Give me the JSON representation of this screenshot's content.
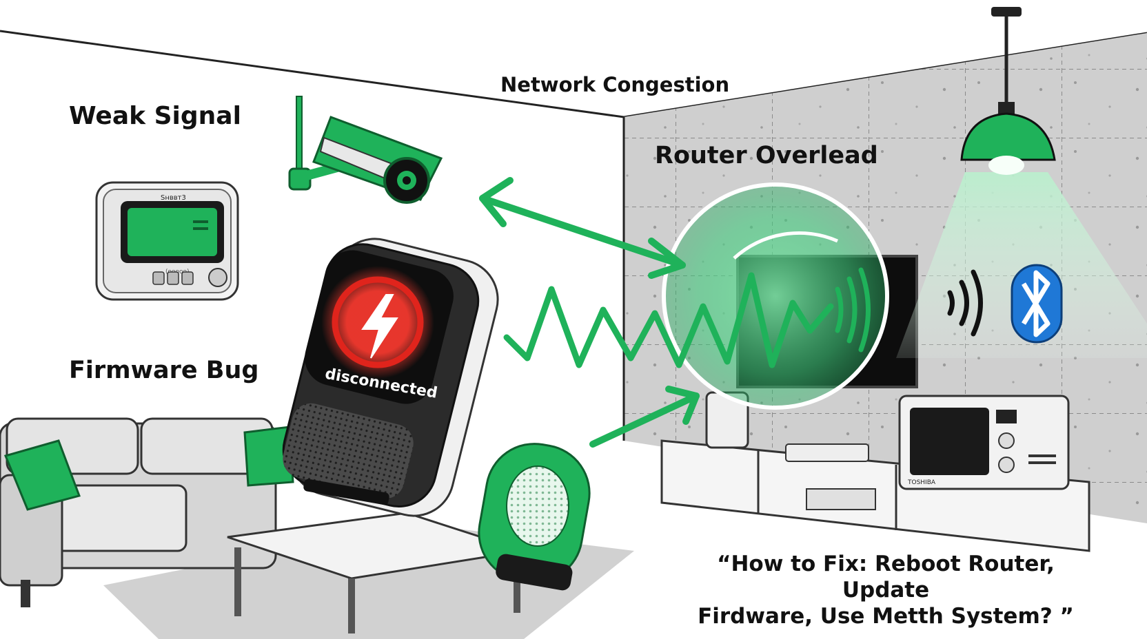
{
  "labels": {
    "weak_signal": "Weak Signal",
    "network_congestion": "Network Congestion",
    "router_overload": "Router Overlead",
    "firmware_bug": "Firmware Bug",
    "fix_line1": "“How to Fix: Reboot Router, Update",
    "fix_line2": "Firdware, Use Metth System? ”"
  },
  "devices": {
    "speaker_status": "disconnected",
    "thermostat_brand": "Sнввт3",
    "thermostat_readout": "(ooooo)",
    "microwave_brand": "TOSHIBA"
  },
  "icons": {
    "alert": "lightning-bolt-icon",
    "bluetooth": "bluetooth-icon",
    "wireless": "wifi-waves-icon"
  },
  "colors": {
    "accent_green": "#1fb25a",
    "alert_red": "#e0241c",
    "bluetooth_blue": "#1f78d6",
    "wall_concrete": "#cfcfcf"
  }
}
